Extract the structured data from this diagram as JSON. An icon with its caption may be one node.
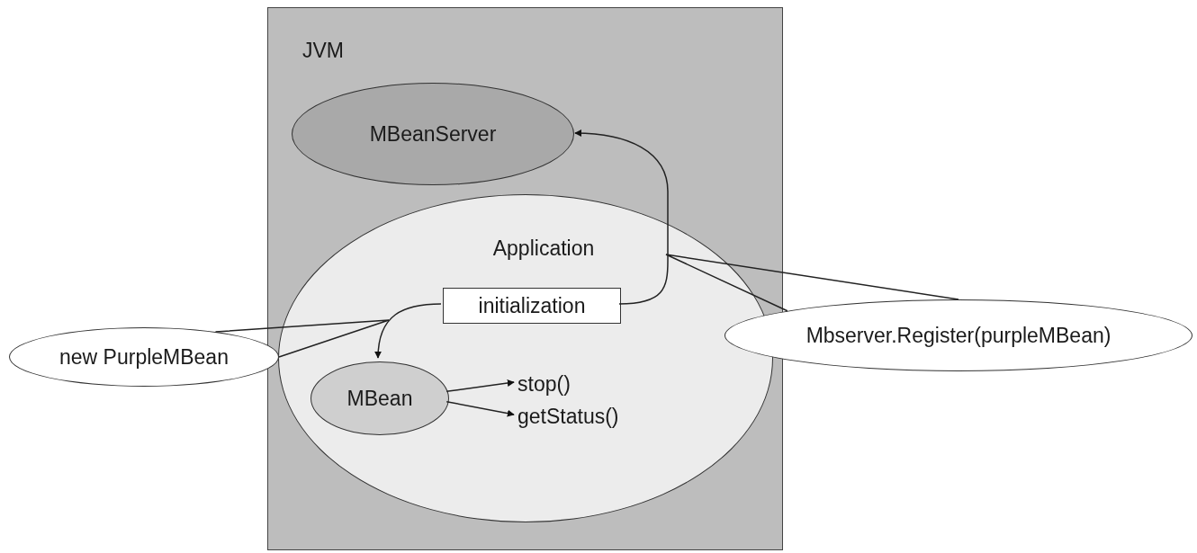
{
  "diagram": {
    "nodes": [
      {
        "text": [
          "JVM"
        ]
      },
      {
        "text": [
          "MBeanServer"
        ],
        "in": 0
      },
      {
        "text": [
          "Application"
        ],
        "in": 0
      },
      {
        "text": [
          "initialization"
        ],
        "in": 2
      },
      {
        "text": [
          "MBean"
        ],
        "in": 2
      },
      {
        "text": [
          "stop()"
        ],
        "in": 2
      },
      {
        "text": [
          "getStatus()"
        ],
        "in": 2
      },
      {
        "text": [
          "new PurpleMBean"
        ]
      },
      {
        "text": [
          "Mbserver.Register(purpleMBean)"
        ]
      }
    ],
    "edges": [
      {
        "from": 3,
        "to": 1,
        "arrow": "to"
      },
      {
        "from": 3,
        "to": 4,
        "arrow": "to"
      },
      {
        "from": 4,
        "to": 5,
        "arrow": "to"
      },
      {
        "from": 4,
        "to": 6,
        "arrow": "to"
      },
      {
        "from": 7,
        "to": null,
        "arrow": "none"
      },
      {
        "from": 8,
        "to": null,
        "arrow": "none"
      }
    ]
  }
}
